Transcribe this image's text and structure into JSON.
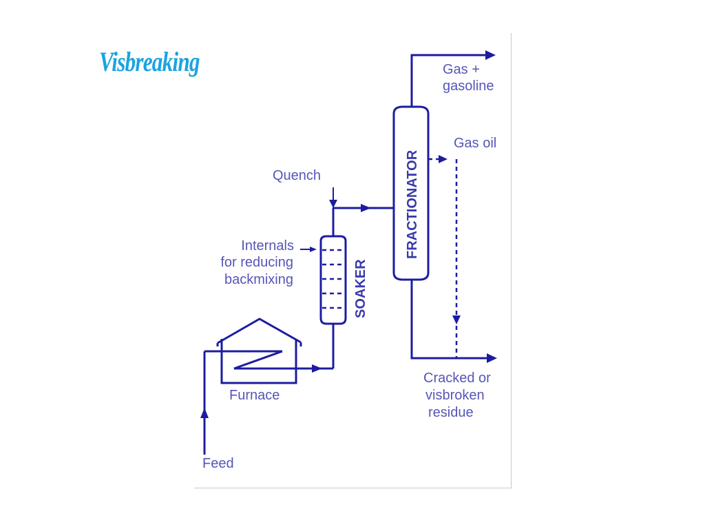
{
  "title": "Visbreaking",
  "colors": {
    "title": "#1aa3e0",
    "line": "#1c1ca0",
    "label": "#5555b8"
  },
  "diagram": {
    "units": {
      "fractionator": "FRACTIONATOR",
      "soaker": "SOAKER",
      "furnace": "Furnace"
    },
    "labels": {
      "gas_gasoline_1": "Gas +",
      "gas_gasoline_2": "gasoline",
      "gas_oil": "Gas oil",
      "quench": "Quench",
      "internals_1": "Internals",
      "internals_2": "for reducing",
      "internals_3": "backmixing",
      "feed": "Feed",
      "residue_1": "Cracked or",
      "residue_2": "visbroken",
      "residue_3": "residue"
    }
  }
}
